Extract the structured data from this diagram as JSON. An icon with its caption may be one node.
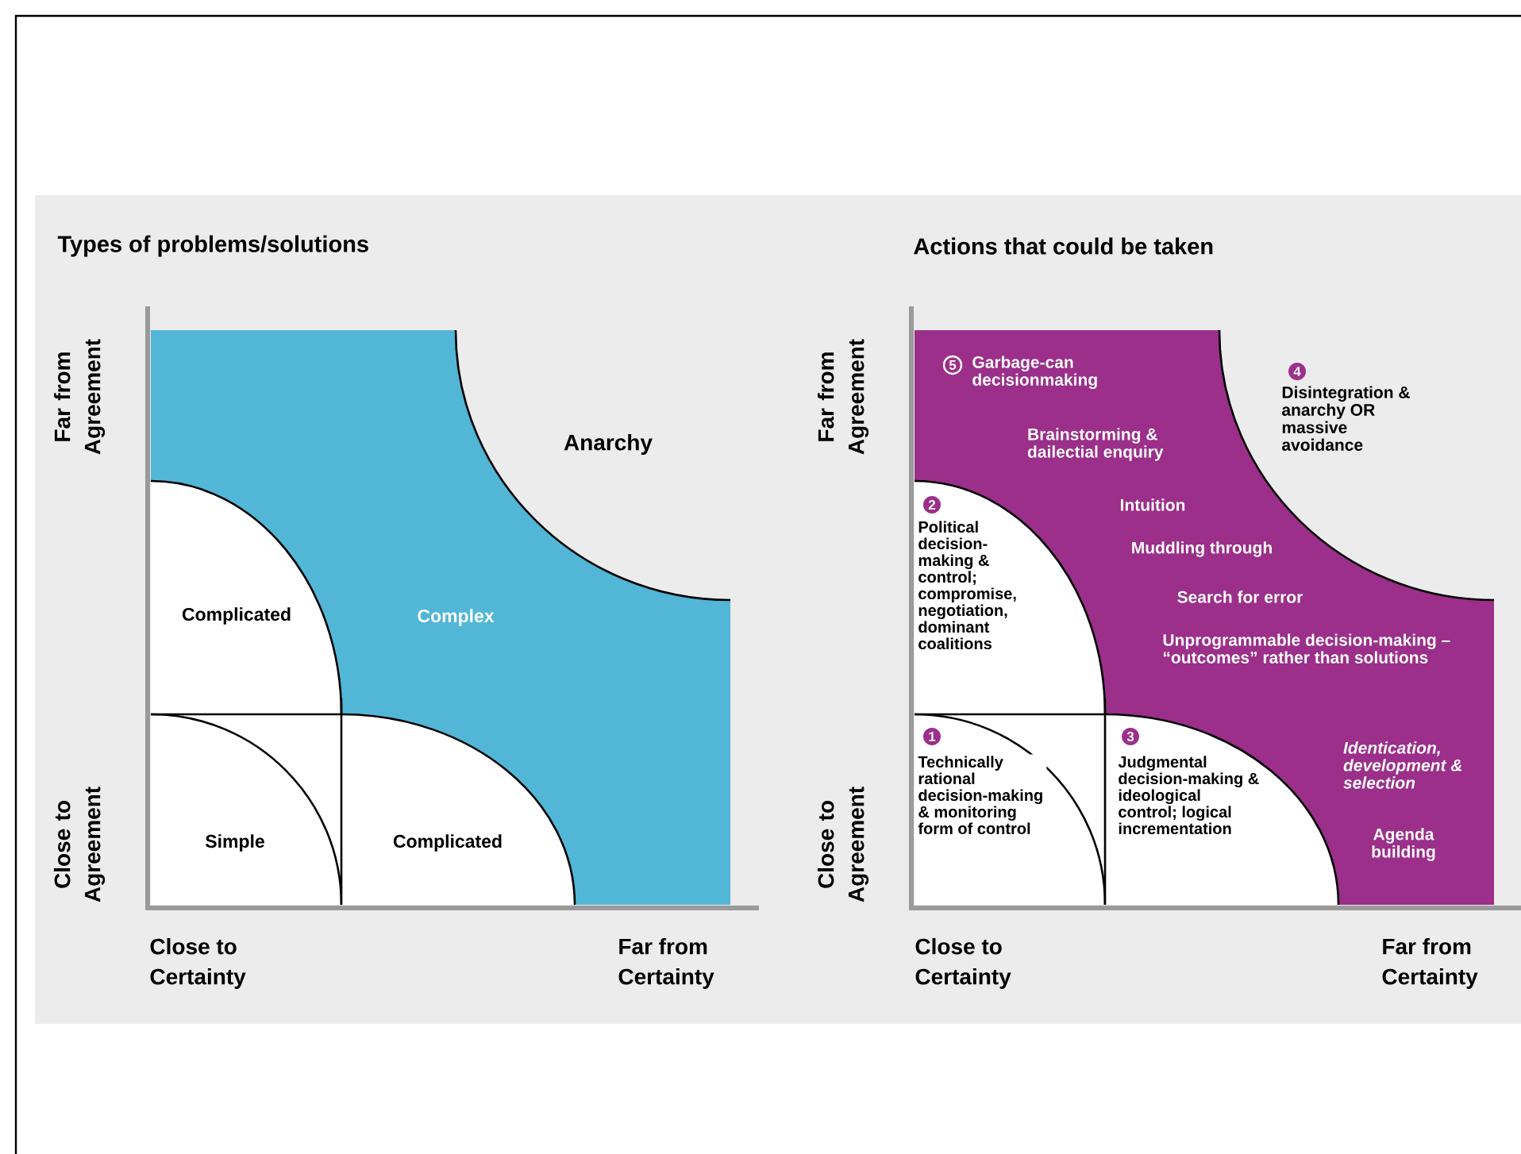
{
  "diagram": {
    "nodes": [
      {
        "text": [
          "Anarchy"
        ]
      },
      {
        "text": [
          "Complex"
        ]
      },
      {
        "text": [
          "Complicated"
        ],
        "in": 1
      },
      {
        "text": [
          "Simple"
        ],
        "in": 1
      },
      {
        "text": [
          "Complicated"
        ],
        "in": 1
      },
      {
        "text": [
          "5",
          "Garbage-can decisionmaking",
          "Brainstorming & dailectial enquiry",
          "Intuition",
          "Muddling through",
          "Search for error",
          "Unprogrammable decision-making – “outcomes” rather than solutions",
          "Identication, development & selection",
          "Agenda building"
        ]
      },
      {
        "text": [
          "4",
          "Disintegration & anarchy OR massive avoidance"
        ]
      },
      {
        "text": [
          "2",
          "Political decision-making & control; compromise, negotiation, dominant coalitions"
        ],
        "in": 5
      },
      {
        "text": [
          "1",
          "Technically rational decision-making & monitoring form of control"
        ],
        "in": 5
      },
      {
        "text": [
          "3",
          "Judgmental decision-making & ideological control; logical incrementation"
        ],
        "in": 5
      }
    ],
    "labels": [
      "Types of problems/solutions",
      "Actions that could be taken",
      "Far from Agreement",
      "Close to Agreement",
      "Close to Certainty",
      "Far from Certainty",
      "Far from Agreement",
      "Close to Agreement",
      "Close to Certainty",
      "Far from Certainty"
    ]
  }
}
